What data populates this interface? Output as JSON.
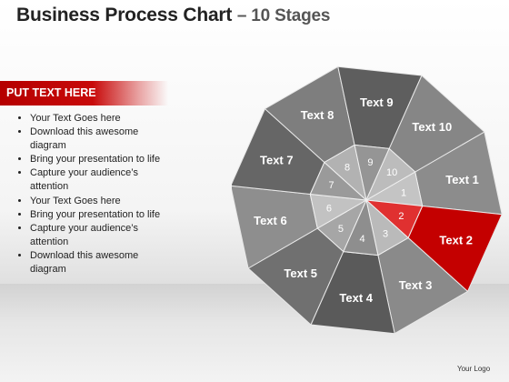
{
  "title": {
    "main": "Business Process Chart",
    "sub": "– 10 Stages"
  },
  "panel": {
    "heading": "PUT TEXT HERE",
    "bullets": [
      "Your Text Goes here",
      "Download this awesome diagram",
      "Bring your presentation to life",
      "Capture your audience’s attention",
      "Your Text Goes here",
      "Bring your presentation to life",
      "Capture your audience’s attention",
      "Download this awesome diagram"
    ]
  },
  "diagram": {
    "highlight_color": "#c40000",
    "base_color": "#7a7a7a",
    "stages": [
      {
        "number": "1",
        "label": "Text 1"
      },
      {
        "number": "2",
        "label": "Text 2",
        "highlighted": true
      },
      {
        "number": "3",
        "label": "Text 3"
      },
      {
        "number": "4",
        "label": "Text 4"
      },
      {
        "number": "5",
        "label": "Text 5"
      },
      {
        "number": "6",
        "label": "Text 6"
      },
      {
        "number": "7",
        "label": "Text 7"
      },
      {
        "number": "8",
        "label": "Text 8"
      },
      {
        "number": "9",
        "label": "Text 9"
      },
      {
        "number": "10",
        "label": "Text  10"
      }
    ]
  },
  "footer": {
    "logo": "Your Logo"
  }
}
